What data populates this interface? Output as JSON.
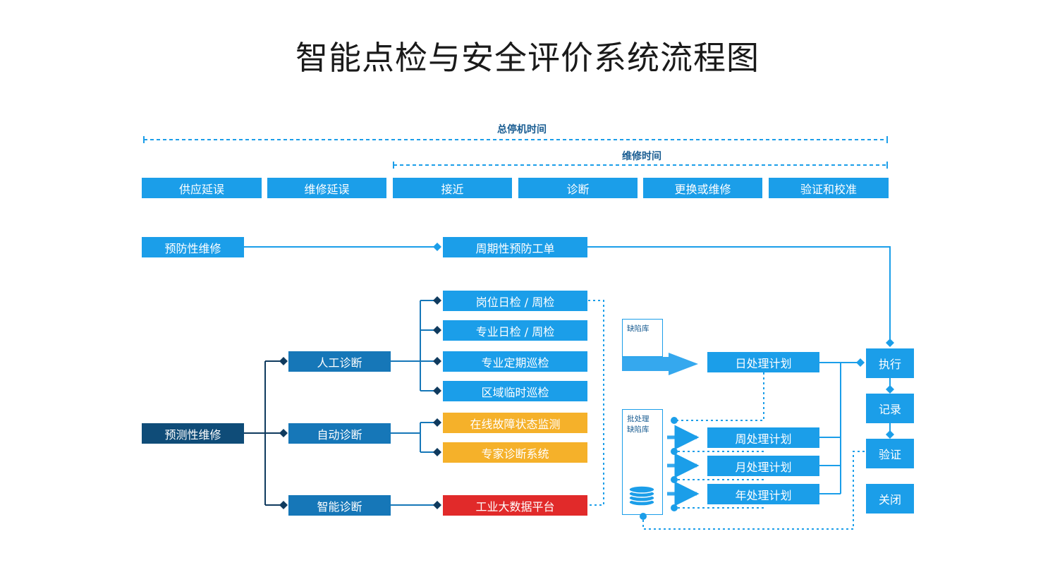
{
  "title": "智能点检与安全评价系统流程图",
  "timeline": {
    "total_label": "总停机时间",
    "repair_label": "维修时间",
    "phases": [
      "供应延误",
      "维修延误",
      "接近",
      "诊断",
      "更换或维修",
      "验证和校准"
    ]
  },
  "preventive": {
    "source": "预防性维修",
    "order": "周期性预防工单"
  },
  "predictive": {
    "source": "预测性维修",
    "manual": "人工诊断",
    "auto": "自动诊断",
    "smart": "智能诊断",
    "manual_items": [
      "岗位日检 / 周检",
      "专业日检 / 周检",
      "专业定期巡检",
      "区域临时巡检"
    ],
    "auto_items": [
      "在线故障状态监测",
      "专家诊断系统"
    ],
    "smart_item": "工业大数据平台"
  },
  "defect_db": {
    "label": "缺陷库"
  },
  "batch_db": {
    "label_line1": "批处理",
    "label_line2": "缺陷库"
  },
  "plans": {
    "daily": "日处理计划",
    "weekly": "周处理计划",
    "monthly": "月处理计划",
    "yearly": "年处理计划"
  },
  "steps": [
    "执行",
    "记录",
    "验证",
    "关闭"
  ],
  "colors": {
    "light_blue": "#1b9ee9",
    "mid_blue": "#1677b8",
    "dark_blue": "#0f4c78",
    "yellow": "#f5b12a",
    "red": "#e12a2a",
    "line": "#1b9ee9",
    "dark_line": "#0f3a5e"
  }
}
